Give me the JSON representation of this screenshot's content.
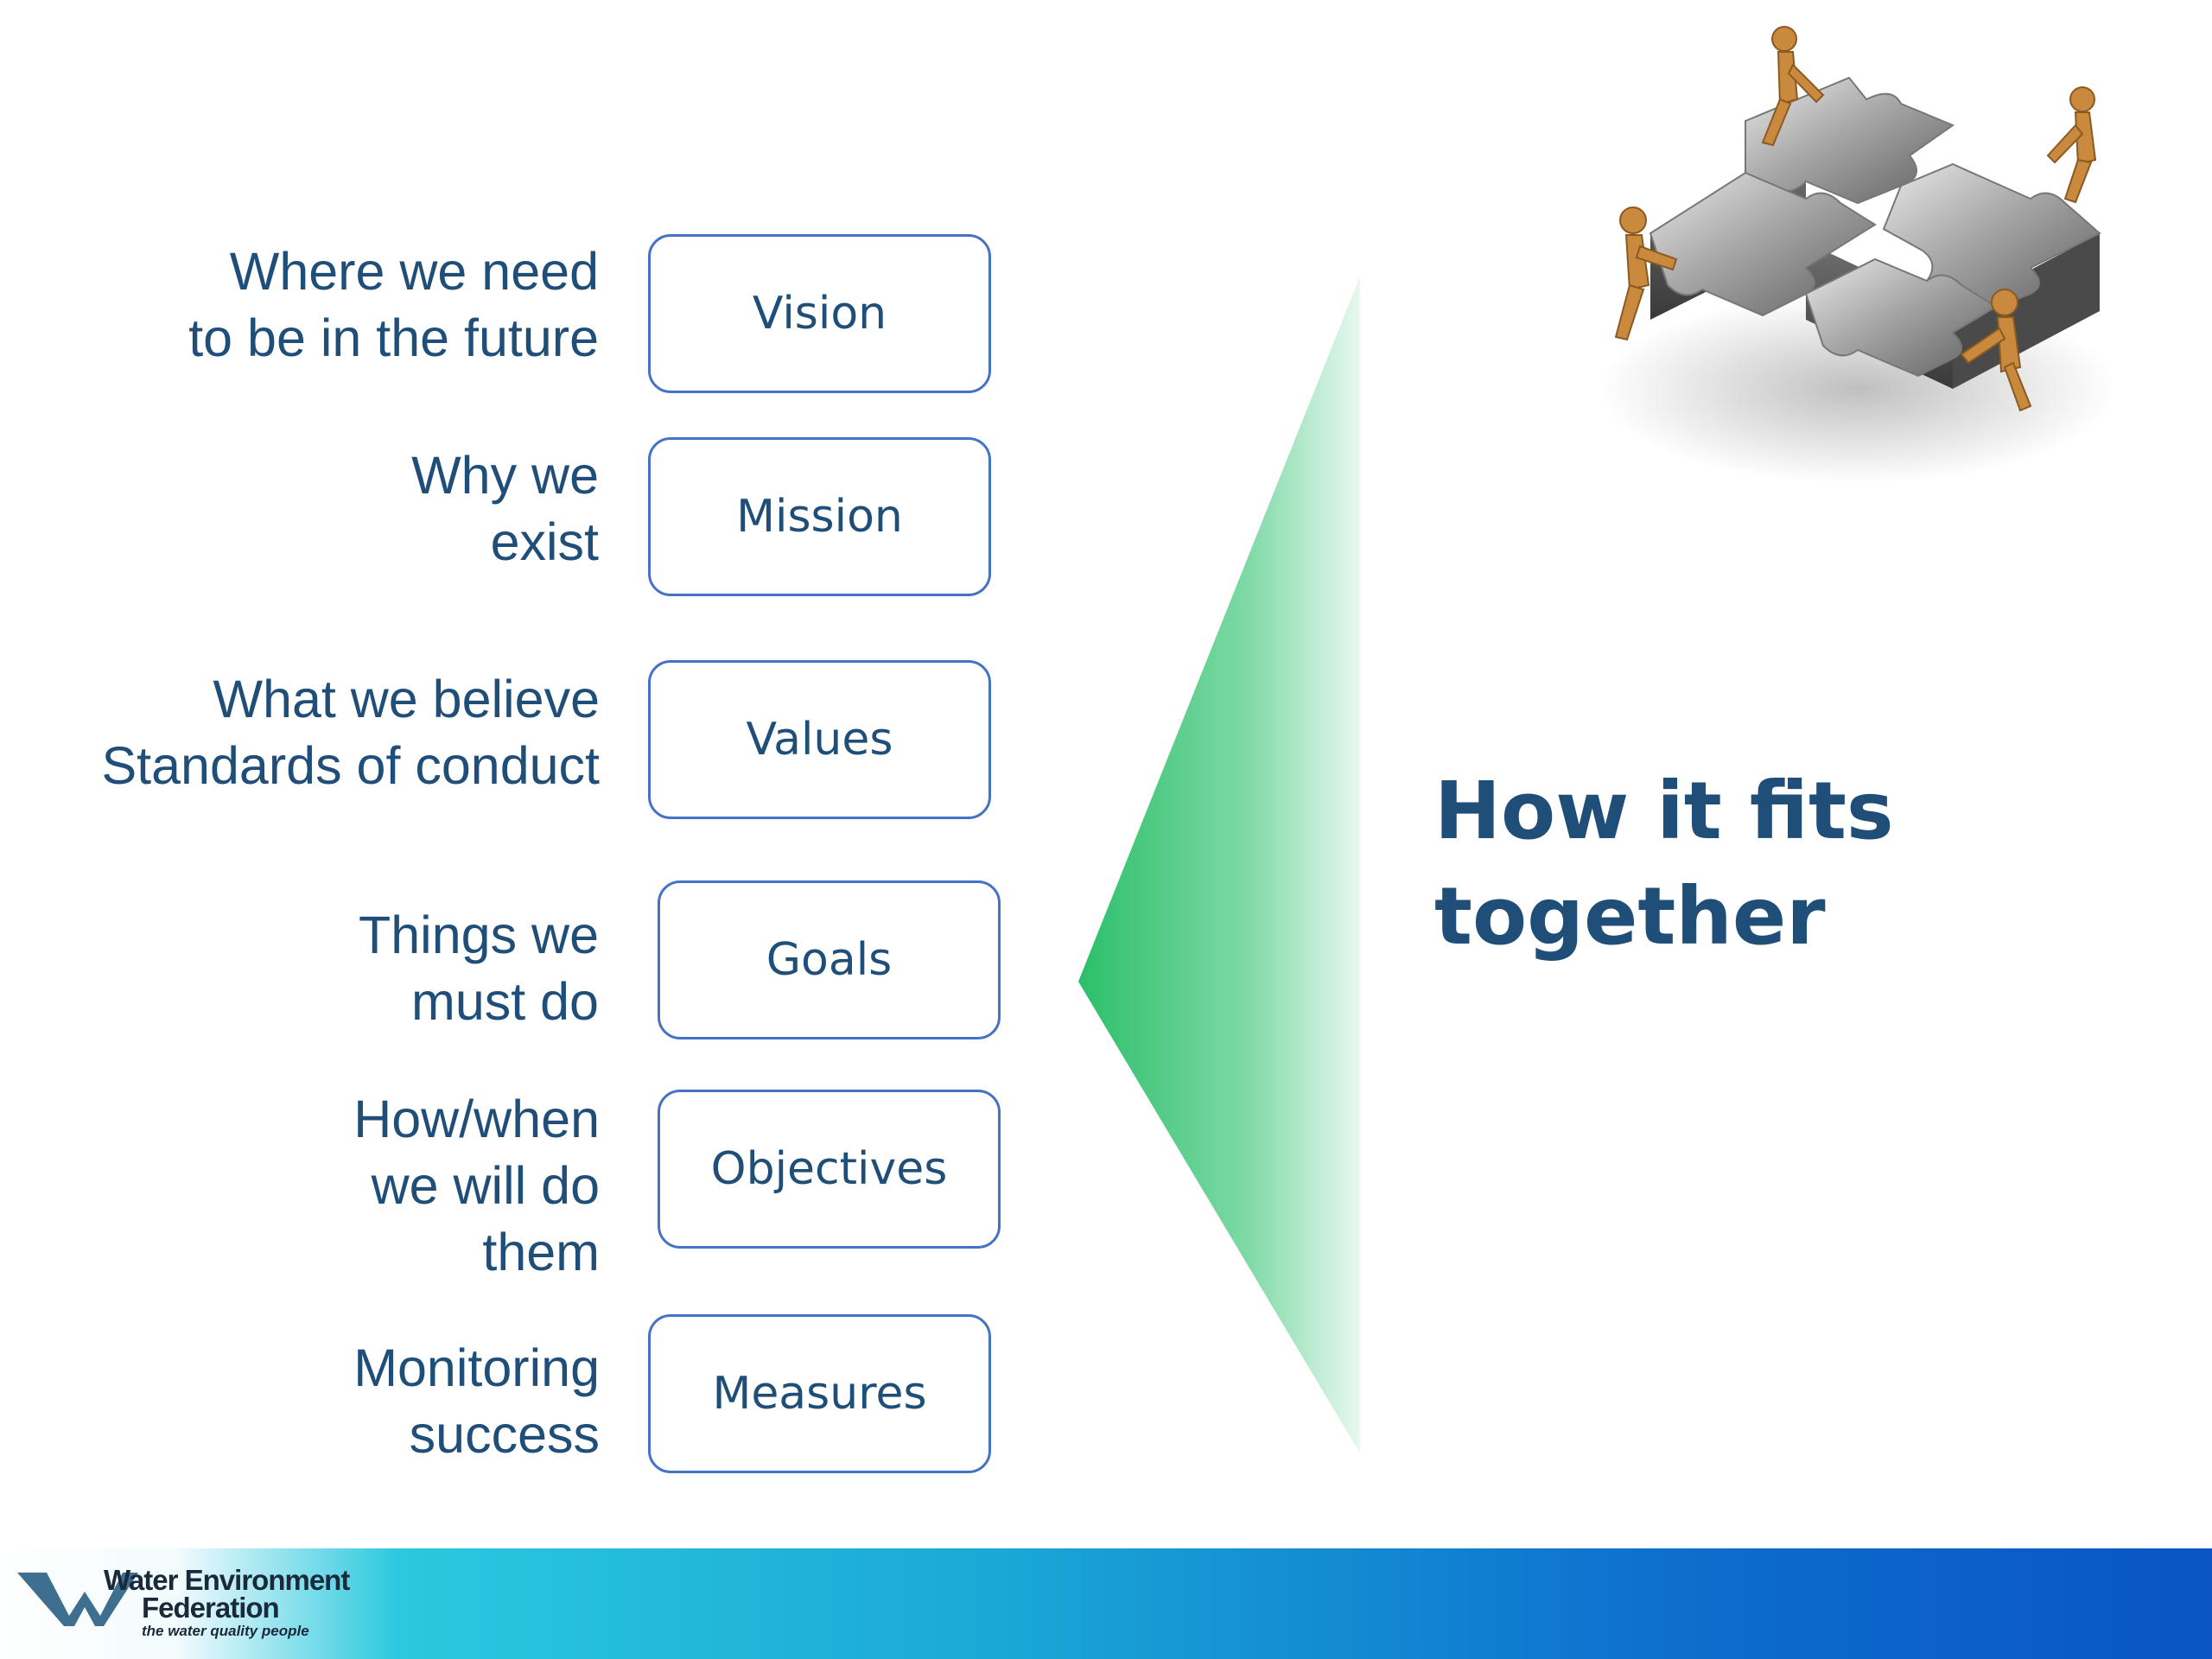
{
  "slide": {
    "title_lines": [
      "How it fits",
      "together"
    ],
    "rows": [
      {
        "label_lines": [
          "Where we need",
          "to be in the future"
        ],
        "box": "Vision"
      },
      {
        "label_lines": [
          "Why we",
          "exist"
        ],
        "box": "Mission"
      },
      {
        "label_lines": [
          "What we believe",
          "Standards of conduct"
        ],
        "box": "Values"
      },
      {
        "label_lines": [
          "Things we",
          "must do"
        ],
        "box": "Goals"
      },
      {
        "label_lines": [
          "How/when",
          "we will do",
          "them"
        ],
        "box": "Objectives"
      },
      {
        "label_lines": [
          "Monitoring",
          "success"
        ],
        "box": "Measures"
      }
    ],
    "footer": {
      "org_line1": "Water Environment",
      "org_line2": "Federation",
      "tagline": "the water quality people"
    },
    "image": {
      "icon": "puzzle-figures-icon"
    }
  },
  "colors": {
    "text": "#1f4e79",
    "box_border": "#4472c4",
    "triangle_green": "#2bbf6a",
    "footer_cyan": "#2bc8df",
    "footer_blue": "#0a54c4"
  }
}
